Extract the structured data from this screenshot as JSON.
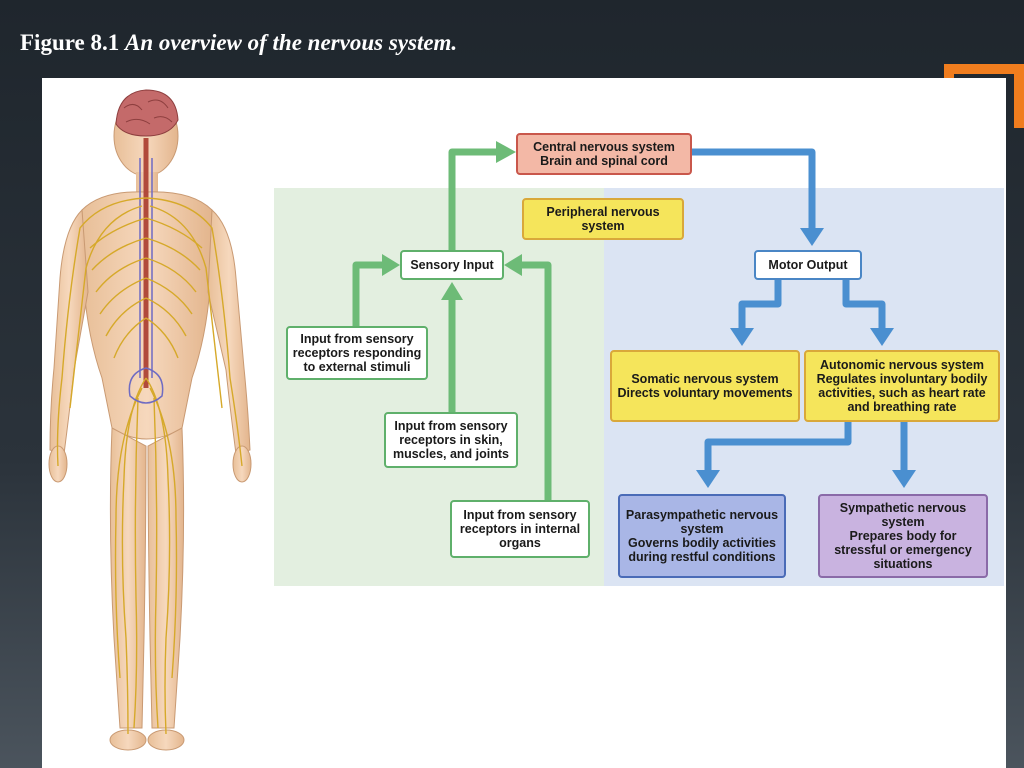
{
  "slide": {
    "title_bold": "Figure 8.1",
    "title_italic": "An overview of the nervous system."
  },
  "diagram": {
    "cns": {
      "title": "Central nervous system",
      "subtitle": "Brain and spinal cord"
    },
    "pns": {
      "title": "Peripheral nervous system"
    },
    "sensory_input": {
      "title": "Sensory Input"
    },
    "motor_output": {
      "title": "Motor Output"
    },
    "input_external": {
      "text": "Input from sensory receptors responding to external stimuli"
    },
    "input_skin": {
      "text": "Input from sensory receptors in skin, muscles, and joints"
    },
    "input_organs": {
      "text": "Input from sensory receptors in internal organs"
    },
    "somatic": {
      "title": "Somatic nervous system",
      "subtitle": "Directs voluntary movements"
    },
    "autonomic": {
      "title": "Autonomic nervous system",
      "subtitle": "Regulates involuntary bodily activities, such as heart rate and breathing rate"
    },
    "parasympathetic": {
      "title": "Parasympathetic nervous system",
      "subtitle": "Governs bodily activities during restful conditions"
    },
    "sympathetic": {
      "title": "Sympathetic nervous system",
      "subtitle": "Prepares body for stressful or emergency situations"
    }
  },
  "colors": {
    "sensory_region": "#e3efe0",
    "motor_region": "#dbe4f3",
    "green_arrow": "#6dbb77",
    "blue_arrow": "#4a8fd0"
  }
}
